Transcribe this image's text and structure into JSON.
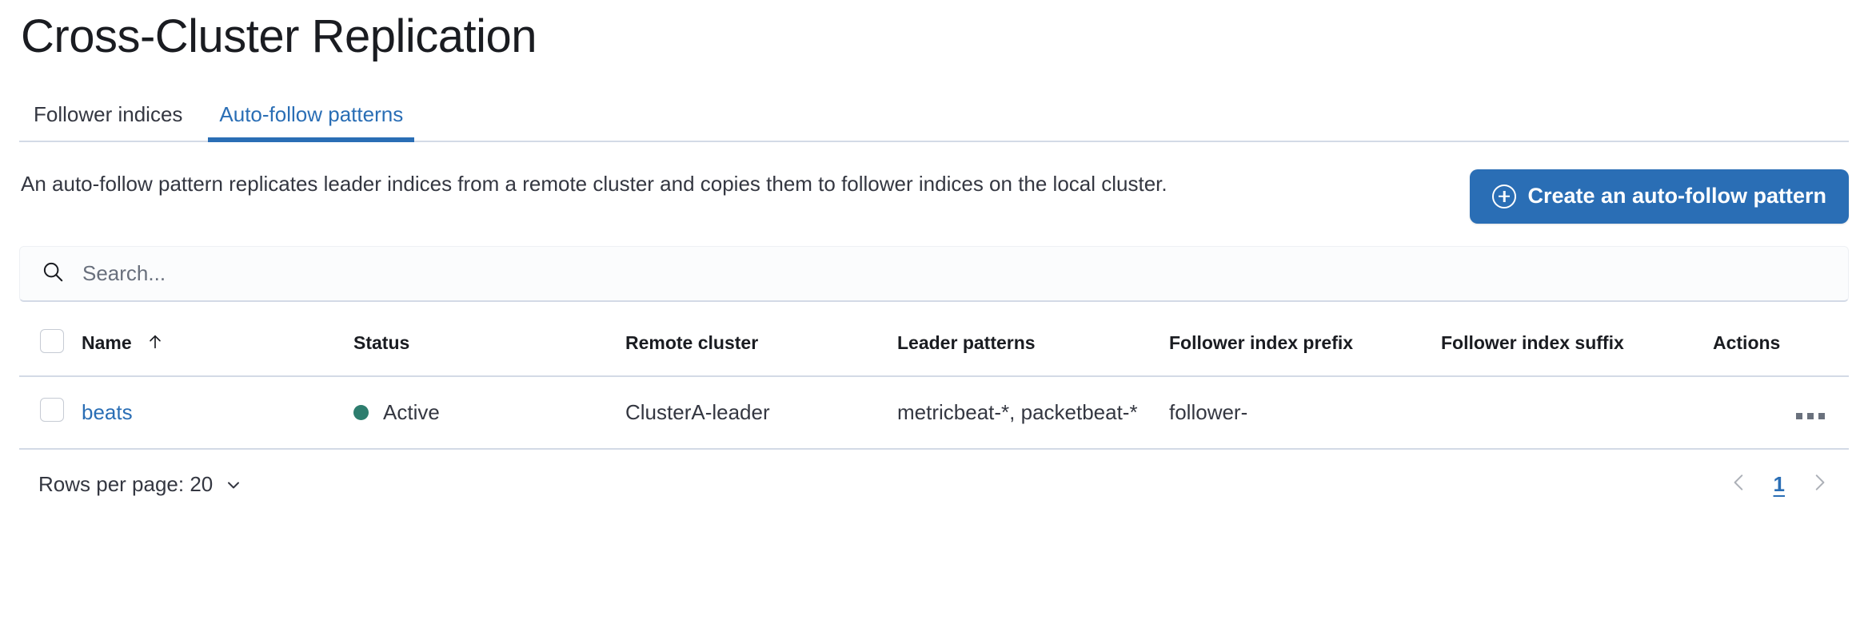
{
  "page": {
    "title": "Cross-Cluster Replication"
  },
  "tabs": [
    {
      "label": "Follower indices",
      "active": false
    },
    {
      "label": "Auto-follow patterns",
      "active": true
    }
  ],
  "description": {
    "text": "An auto-follow pattern replicates leader indices from a remote cluster and copies them to follower indices on the local cluster."
  },
  "create_button": {
    "label": "Create an auto-follow pattern",
    "icon": "plus-in-circle-icon",
    "color": "#2a6eb5"
  },
  "search": {
    "value": "",
    "placeholder": "Search...",
    "icon": "search-icon"
  },
  "table": {
    "columns": [
      {
        "key": "name",
        "label": "Name",
        "sorted": "asc",
        "sort_icon": "arrow-up-icon"
      },
      {
        "key": "status",
        "label": "Status"
      },
      {
        "key": "remote_cluster",
        "label": "Remote cluster"
      },
      {
        "key": "leader_patterns",
        "label": "Leader patterns"
      },
      {
        "key": "follower_index_prefix",
        "label": "Follower index prefix"
      },
      {
        "key": "follower_index_suffix",
        "label": "Follower index suffix"
      },
      {
        "key": "actions",
        "label": "Actions"
      }
    ],
    "rows": [
      {
        "name": "beats",
        "status": "Active",
        "status_color": "#2d7d6e",
        "remote_cluster": "ClusterA-leader",
        "leader_patterns": "metricbeat-*, packetbeat-*",
        "follower_index_prefix": "follower-",
        "follower_index_suffix": "",
        "actions_icon": "more-actions-icon"
      }
    ]
  },
  "footer": {
    "rows_per_page_label": "Rows per page: 20",
    "rows_per_page_icon": "chevron-down-icon",
    "pagination": {
      "previous_icon": "chevron-left-icon",
      "next_icon": "chevron-right-icon",
      "pages": [
        "1"
      ],
      "current_page": "1"
    }
  }
}
